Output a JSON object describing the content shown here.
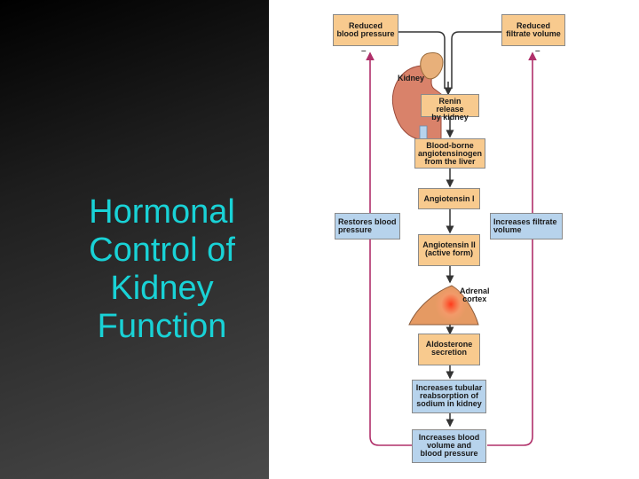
{
  "title": {
    "lines": [
      "Hormonal",
      "Control of",
      "Kidney",
      "Function"
    ]
  },
  "diagram": {
    "reduced_blood_pressure": [
      "Reduced",
      "blood pressure"
    ],
    "reduced_filtrate_volume": [
      "Reduced",
      "filtrate volume"
    ],
    "kidney_label": "Kidney",
    "renin_release": [
      "Renin release",
      "by kidney"
    ],
    "angiotensinogen": [
      "Blood-borne",
      "angiotensinogen",
      "from the liver"
    ],
    "angiotensin_1": "Angiotensin I",
    "angiotensin_2": [
      "Angiotensin II",
      "(active form)"
    ],
    "adrenal_cortex_label": [
      "Adrenal",
      "cortex"
    ],
    "aldosterone_secretion": [
      "Aldosterone",
      "secretion"
    ],
    "tubular_reabsorption": [
      "Increases tubular",
      "reabsorption of",
      "sodium in kidney"
    ],
    "increases_blood_volume": [
      "Increases blood",
      "volume and",
      "blood pressure"
    ],
    "restores_blood_pressure": [
      "Restores blood",
      "pressure"
    ],
    "increases_filtrate_volume": [
      "Increases filtrate",
      "volume"
    ],
    "minus_sign": "–"
  },
  "colors": {
    "title": "#19d2d6",
    "box_peach": "#f8ca8e",
    "box_blue": "#b7d3ec",
    "feedback_line": "#b0306a",
    "kidney": "#d9826a",
    "adrenal": "#e59a63"
  }
}
